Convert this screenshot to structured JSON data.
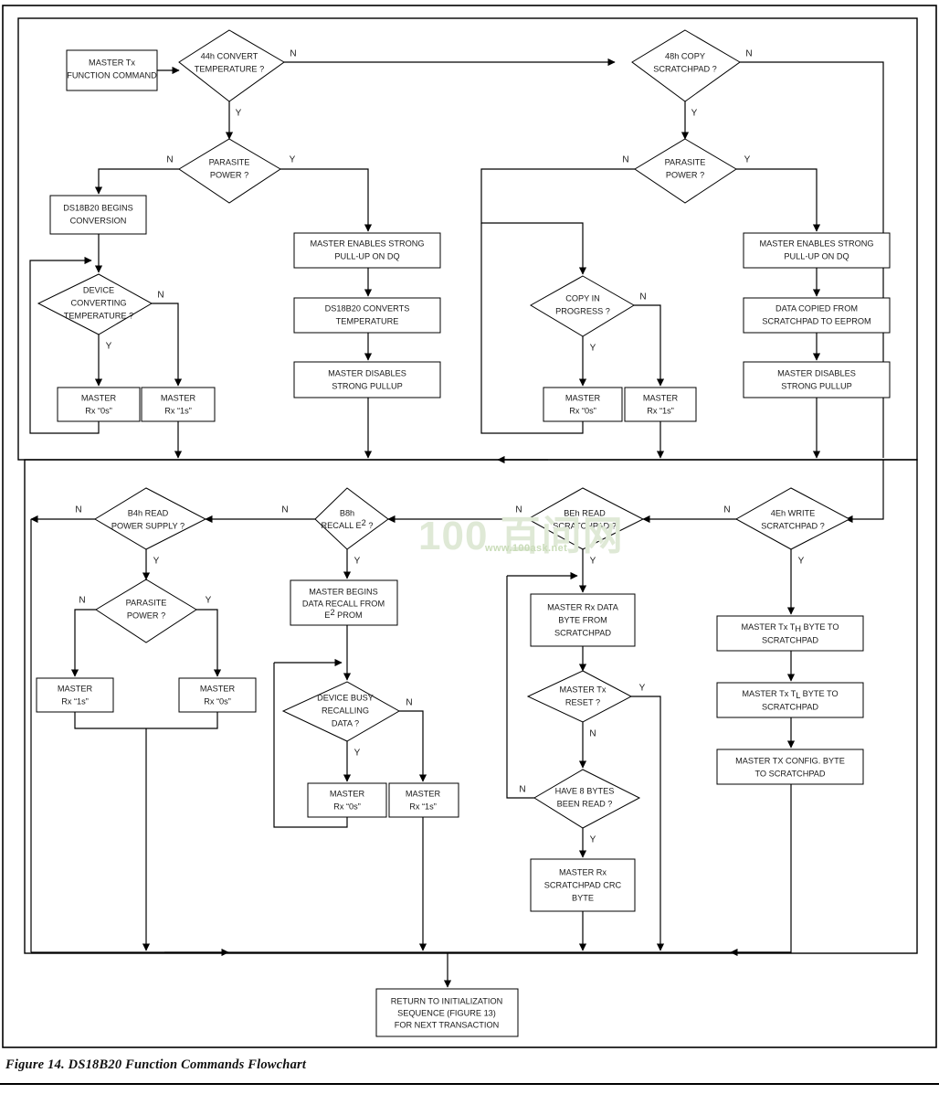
{
  "figure": {
    "caption": "Figure 14. DS18B20 Function Commands Flowchart",
    "watermark_main": "100 百问网",
    "watermark_url": "www.100ask.net"
  },
  "colors": {
    "line": "#000000",
    "box_fill": "#ffffff",
    "page_bg": "#ffffff",
    "watermark": "#dfe9d6"
  },
  "labels": {
    "yes": "Y",
    "no": "N"
  },
  "nodes": {
    "master_tx_function_command": {
      "l1": "MASTER Tx",
      "l2": "FUNCTION COMMAND"
    },
    "d_convert_temp": {
      "l1": "44h CONVERT",
      "l2": "TEMPERATURE ?"
    },
    "d_parasite_power_1": {
      "l1": "PARASITE",
      "l2": "POWER ?"
    },
    "ds18b20_begins_conversion": {
      "l1": "DS18B20 BEGINS",
      "l2": "CONVERSION"
    },
    "d_device_converting": {
      "l1": "DEVICE",
      "l2": "CONVERTING",
      "l3": "TEMPERATURE ?"
    },
    "rx_0s_a": {
      "l1": "MASTER",
      "l2": "Rx “0s”"
    },
    "rx_1s_a": {
      "l1": "MASTER",
      "l2": "Rx “1s”"
    },
    "master_enables_strong_1": {
      "l1": "MASTER ENABLES STRONG",
      "l2": "PULL-UP ON DQ"
    },
    "ds18b20_converts_temp": {
      "l1": "DS18B20 CONVERTS",
      "l2": "TEMPERATURE"
    },
    "master_disables_strong_1": {
      "l1": "MASTER DISABLES",
      "l2": "STRONG PULLUP"
    },
    "d_copy_scratchpad": {
      "l1": "48h COPY",
      "l2": "SCRATCHPAD ?"
    },
    "d_parasite_power_2": {
      "l1": "PARASITE",
      "l2": "POWER ?"
    },
    "d_copy_in_progress": {
      "l1": "COPY IN",
      "l2": "PROGRESS ?"
    },
    "rx_0s_b": {
      "l1": "MASTER",
      "l2": "Rx “0s”"
    },
    "rx_1s_b": {
      "l1": "MASTER",
      "l2": "Rx “1s”"
    },
    "master_enables_strong_2": {
      "l1": "MASTER ENABLES STRONG",
      "l2": "PULL-UP ON DQ"
    },
    "data_copied": {
      "l1": "DATA COPIED FROM",
      "l2": "SCRATCHPAD TO EEPROM"
    },
    "master_disables_strong_2": {
      "l1": "MASTER DISABLES",
      "l2": "STRONG PULLUP"
    },
    "d_read_power_supply": {
      "l1": "B4h READ",
      "l2": "POWER SUPPLY ?"
    },
    "d_parasite_power_3": {
      "l1": "PARASITE",
      "l2": "POWER ?"
    },
    "rx_1s_c": {
      "l1": "MASTER",
      "l2": "Rx “1s”"
    },
    "rx_0s_c": {
      "l1": "MASTER",
      "l2": "Rx “0s”"
    },
    "d_recall_e2": {
      "l1": "B8h",
      "l2_pre": "RECALL E",
      "l2_sup": "2",
      "l2_post": " ?"
    },
    "master_begins_recall": {
      "l1": "MASTER BEGINS",
      "l2": "DATA RECALL FROM",
      "l3_pre": "E",
      "l3_sup": "2",
      "l3_post": " PROM"
    },
    "d_device_busy_recall": {
      "l1": "DEVICE BUSY",
      "l2": "RECALLING",
      "l3": "DATA ?"
    },
    "rx_0s_d": {
      "l1": "MASTER",
      "l2": "Rx “0s”"
    },
    "rx_1s_d": {
      "l1": "MASTER",
      "l2": "Rx “1s”"
    },
    "d_read_scratchpad": {
      "l1": "BEh READ",
      "l2": "SCRATCHPAD ?"
    },
    "master_rx_data_byte": {
      "l1": "MASTER Rx DATA",
      "l2": "BYTE  FROM",
      "l3": "SCRATCHPAD"
    },
    "d_master_tx_reset": {
      "l1": "MASTER Tx",
      "l2": "RESET ?"
    },
    "d_have_8_bytes": {
      "l1": "HAVE 8 BYTES",
      "l2": "BEEN READ ?"
    },
    "master_rx_crc": {
      "l1": "MASTER Rx",
      "l2": "SCRATCHPAD CRC",
      "l3": "BYTE"
    },
    "d_write_scratchpad": {
      "l1": "4Eh WRITE",
      "l2": "SCRATCHPAD ?"
    },
    "master_tx_th": {
      "l1_pre": "MASTER Tx T",
      "l1_sub": "H",
      "l1_post": " BYTE  TO",
      "l2": "SCRATCHPAD"
    },
    "master_tx_tl": {
      "l1_pre": "MASTER Tx T",
      "l1_sub": "L",
      "l1_post": " BYTE TO",
      "l2": "SCRATCHPAD"
    },
    "master_tx_config": {
      "l1": "MASTER TX CONFIG.  BYTE",
      "l2": "TO SCRATCHPAD"
    },
    "return_to_init": {
      "l1": "RETURN TO INITIALIZATION",
      "l2": "SEQUENCE (FIGURE 13)",
      "l3": "FOR NEXT TRANSACTION"
    }
  }
}
